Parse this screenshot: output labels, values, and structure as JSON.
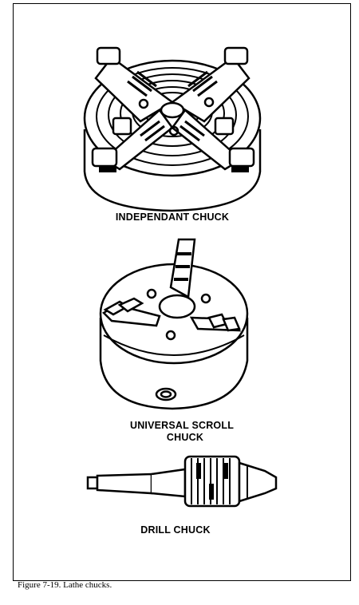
{
  "figures": [
    {
      "label": "INDEPENDANT CHUCK"
    },
    {
      "label_line1": "UNIVERSAL SCROLL",
      "label_line2": "CHUCK"
    },
    {
      "label": "DRILL CHUCK"
    }
  ],
  "caption": "Figure 7-19.  Lathe chucks."
}
